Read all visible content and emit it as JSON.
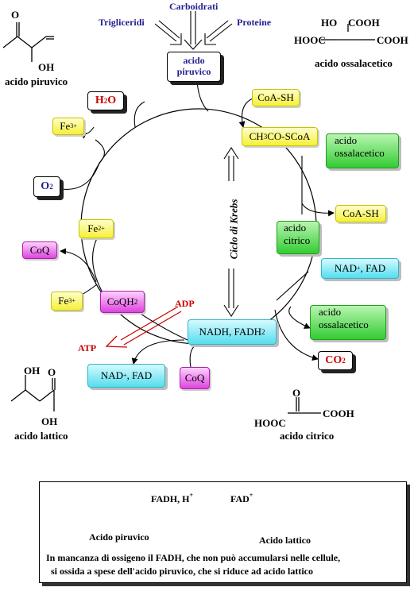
{
  "pyruvic_structure": {
    "o_label": "O",
    "oh_label": "OH",
    "name": "acido piruvico"
  },
  "inputs": {
    "carbohydrates": "Carboidrati",
    "triglycerides": "Trigliceridi",
    "proteins": "Proteine"
  },
  "pyruvic_box": {
    "line1": "acido",
    "line2": "piruvico"
  },
  "oxaloacetic_structure": {
    "ho": "HO",
    "cooh_top": "COOH",
    "hooc": "HOOC",
    "cooh_right": "COOH",
    "name": "acido ossalacetico"
  },
  "coa_sh_top": "CoA-SH",
  "acetyl_coa": {
    "a": "CH",
    "b": "3",
    "c": "CO-SCoA"
  },
  "oxaloacetic_box": {
    "line1": "acido",
    "line2": "ossalacetico"
  },
  "coa_sh_right": "CoA-SH",
  "citric_box": {
    "line1": "acido",
    "line2": "citrico"
  },
  "nad_fad_right": {
    "nad": "NAD",
    "sup": "+",
    "rest": ", FAD"
  },
  "oxaloacetic_box2": {
    "line1": "acido",
    "line2": "ossalacetico"
  },
  "co2": {
    "base": "CO",
    "sub": "2"
  },
  "h2o": {
    "base": "H",
    "sub": "2",
    "rest": "O"
  },
  "fe3_top": {
    "base": "Fe",
    "sup": "3+"
  },
  "o2": {
    "base": "O",
    "sub": "2"
  },
  "fe2": {
    "base": "Fe",
    "sup": "2+"
  },
  "coq_left": "CoQ",
  "fe3_bottom": {
    "base": "Fe",
    "sup": "3+"
  },
  "coqh2": {
    "base": "CoQH",
    "sub": "2"
  },
  "adp": "ADP",
  "atp": "ATP",
  "nadh_fadh2": {
    "base": "NADH, FADH",
    "sub": "2"
  },
  "nad_fad_bottom": {
    "nad": "NAD",
    "sup": "+",
    "rest": ", FAD"
  },
  "coq_bottom": "CoQ",
  "cycle_label": "Ciclo di Krebs",
  "lactic_structure": {
    "oh_top": "OH",
    "o_label": "O",
    "oh_bottom": "OH",
    "name": "acido lattico"
  },
  "citric_structure": {
    "o_label": "O",
    "hooc": "HOOC",
    "cooh": "COOH",
    "name": "acido citrico"
  },
  "note": {
    "fadh": "FADH, H",
    "fadh_sup": "+",
    "fad": "FAD",
    "fad_sup": "+",
    "pyruvic": "Acido piruvico",
    "lactic": "Acido lattico",
    "line1": "In mancanza di ossigeno il FADH, che non può accumularsi nelle cellule,",
    "line2": "si ossida a spese dell'acido piruvico, che si riduce ad acido lattico"
  },
  "colors": {
    "red": "#cc0000",
    "navy": "#1f1f8f",
    "yellow": "#f5f03a",
    "green": "#33cc33",
    "cyan": "#55ddee",
    "magenta": "#dd44dd"
  }
}
